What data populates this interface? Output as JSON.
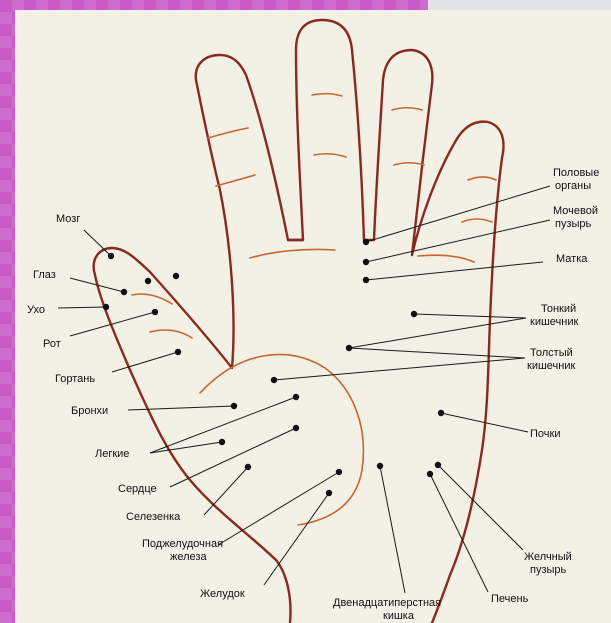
{
  "labels": {
    "mozg": "Мозг",
    "glaz": "Глаз",
    "ukho": "Ухо",
    "rot": "Рот",
    "gortan": "Гортань",
    "bronkhi": "Бронхи",
    "legkie": "Легкие",
    "serdtse": "Сердце",
    "selezenka": "Селезенка",
    "podzhel_1": "Поджелудочная",
    "podzhel_2": "железа",
    "zheludok": "Желудок",
    "dvenad_1": "Двенадцатиперстная",
    "dvenad_2": "кишка",
    "pechen": "Печень",
    "zhelch_1": "Желчный",
    "zhelch_2": "пузырь",
    "pochki": "Почки",
    "tolsty_1": "Толстый",
    "tolsty_2": "кишечник",
    "tonky_1": "Тонкий",
    "tonky_2": "кишечник",
    "matka": "Матка",
    "mochevoy_1": "Мочевой",
    "mochevoy_2": "пузырь",
    "polovye_1": "Половые",
    "polovye_2": "органы"
  },
  "colors": {
    "hand_outline": "#8a2a1e",
    "crease": "#c8662e",
    "paper": "#f3f0e6",
    "frame": "#c85bc8"
  }
}
